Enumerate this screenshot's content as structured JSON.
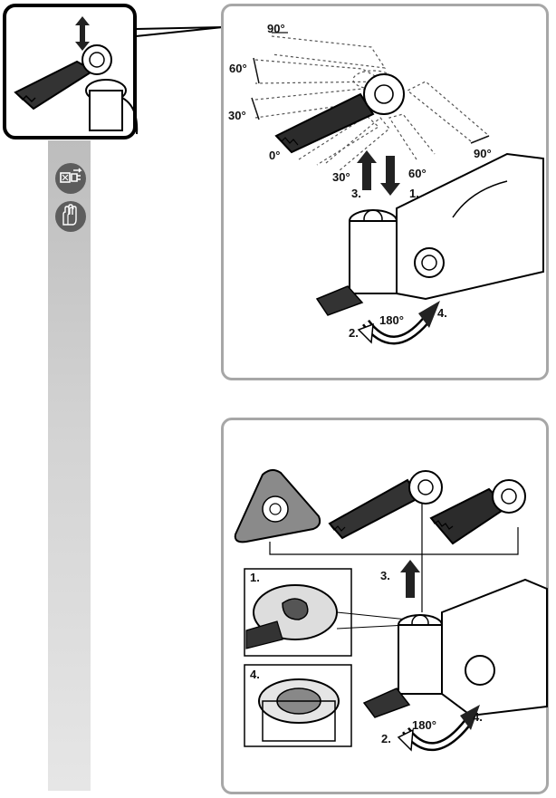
{
  "icons": {
    "sidebar": [
      "unplug-power-icon",
      "protective-gloves-icon"
    ]
  },
  "figure1": {
    "angles": {
      "top_90": "90°",
      "left_60": "60°",
      "left_30": "30°",
      "bottom_0": "0°",
      "right_90": "90°",
      "lower_30": "30°",
      "lower_60": "60°"
    },
    "steps": {
      "step1": "1.",
      "step2": "2.",
      "step3": "3.",
      "step4": "4."
    },
    "rotation": "180°"
  },
  "figure2": {
    "steps": {
      "step3": "3.",
      "step2": "2.",
      "step4": "4."
    },
    "rotation": "180°",
    "detail_labels": {
      "detail1": "1.",
      "detail4": "4."
    }
  }
}
